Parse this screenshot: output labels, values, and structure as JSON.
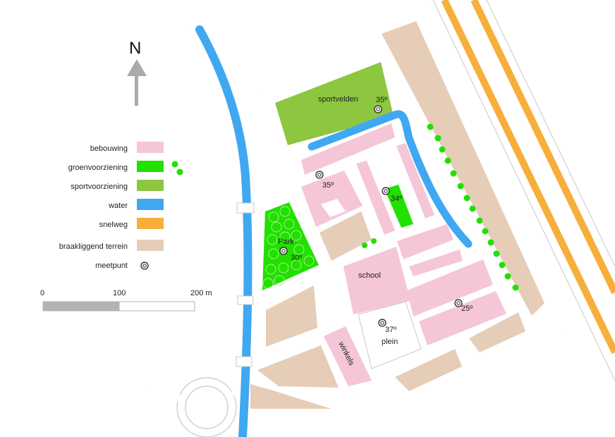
{
  "compass": {
    "label": "N"
  },
  "legend": [
    {
      "label": "bebouwing",
      "color": "#f5c6d7",
      "kind": "swatch"
    },
    {
      "label": "groenvoorziening",
      "color": "#22e000",
      "kind": "swatch-dots"
    },
    {
      "label": "sportvoorziening",
      "color": "#8dc63f",
      "kind": "swatch"
    },
    {
      "label": "water",
      "color": "#3fa8f0",
      "kind": "swatch"
    },
    {
      "label": "snelweg",
      "color": "#f7ae3b",
      "kind": "swatch"
    },
    {
      "label": "braakliggend terrein",
      "color": "#e5cdb8",
      "kind": "swatch"
    },
    {
      "label": "meetpunt",
      "color": "#222222",
      "kind": "marker"
    }
  ],
  "scale_bar": {
    "ticks": [
      "0",
      "100",
      "200 m"
    ]
  },
  "labels": {
    "sportvelden": "sportvelden",
    "park": "Park",
    "school": "school",
    "plein": "plein",
    "winkels": "winkels"
  },
  "measurements": [
    {
      "id": "sport",
      "value": "35º"
    },
    {
      "id": "north-block",
      "value": "35º"
    },
    {
      "id": "green-strip",
      "value": "34º"
    },
    {
      "id": "park",
      "value": "30º"
    },
    {
      "id": "plein",
      "value": "37º"
    },
    {
      "id": "east-block",
      "value": "25º"
    }
  ]
}
